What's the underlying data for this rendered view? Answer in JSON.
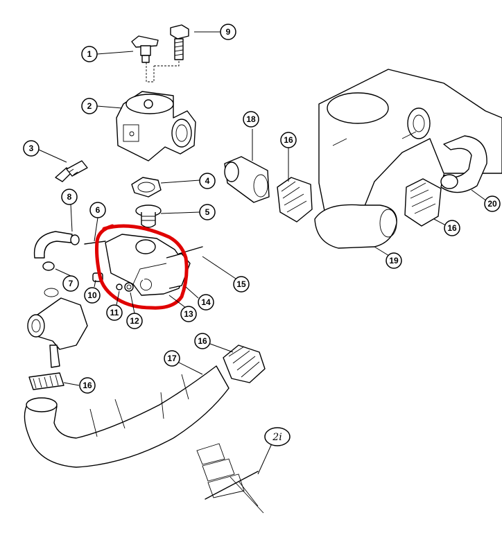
{
  "diagram": {
    "callouts": [
      "1",
      "2",
      "3",
      "4",
      "5",
      "6",
      "7",
      "8",
      "9",
      "10",
      "11",
      "12",
      "13",
      "14",
      "15",
      "16",
      "17",
      "18",
      "19",
      "20"
    ],
    "handwritten_label": "2i",
    "highlight_color": "#e00000",
    "line_color": "#000000"
  }
}
